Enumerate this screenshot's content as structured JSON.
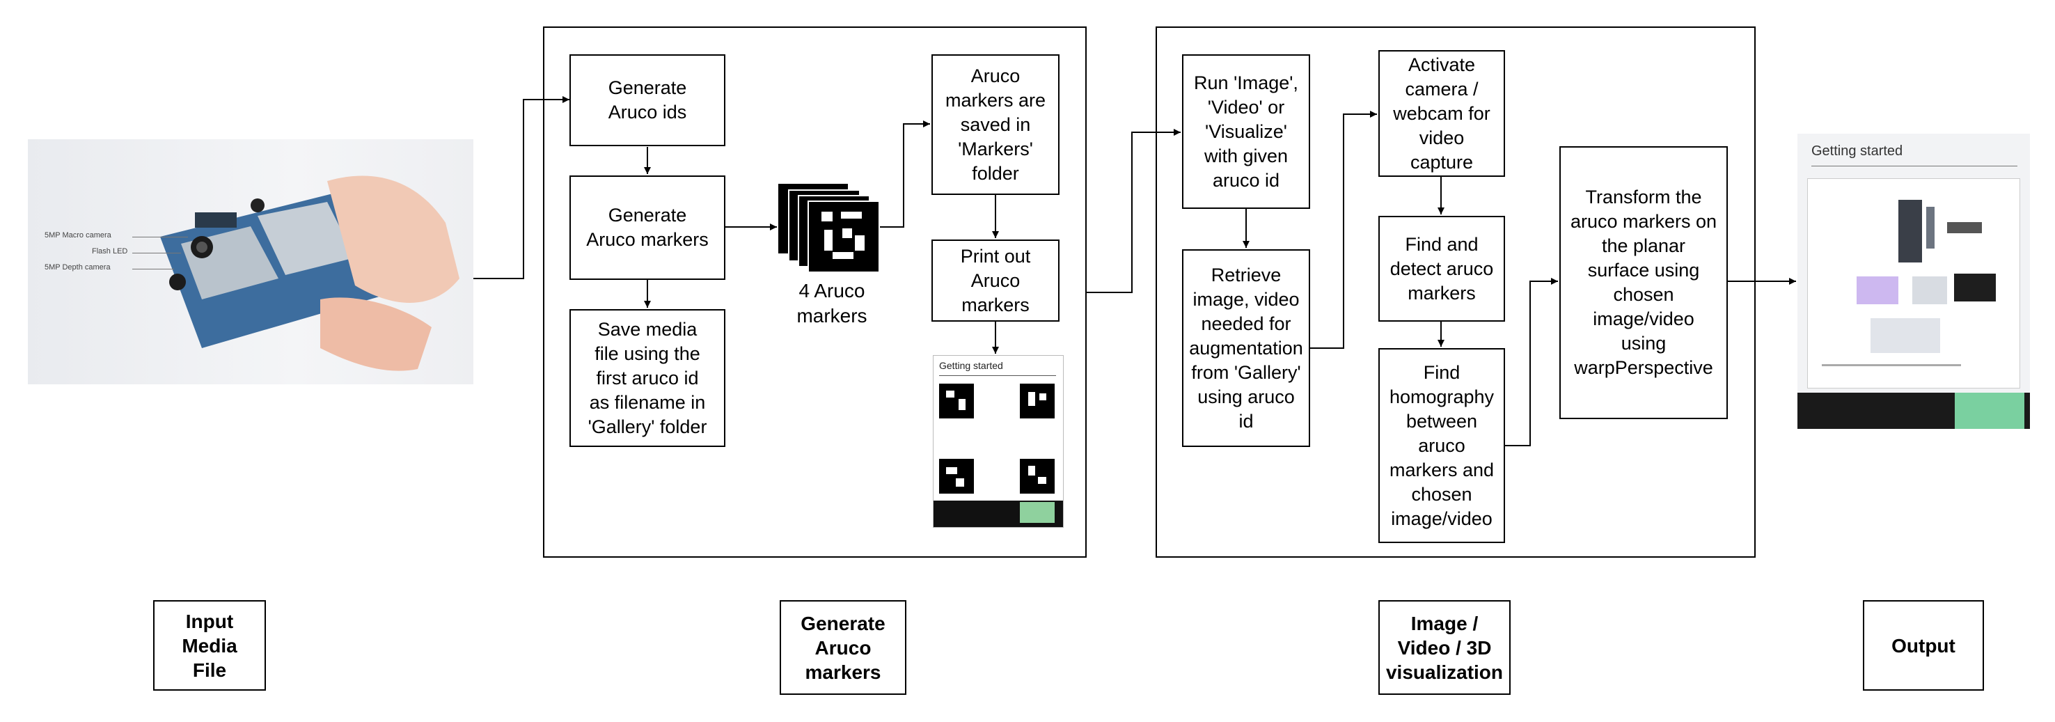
{
  "input_photo": {
    "annotations": [
      "5MP Macro camera",
      "Flash LED",
      "5MP Depth camera"
    ]
  },
  "generate_section": {
    "generate_ids": "Generate\nAruco ids",
    "generate_markers": "Generate\nAruco markers",
    "save_media": "Save media\nfile using the\nfirst aruco id\nas filename in\n'Gallery' folder",
    "markers_caption": "4 Aruco\nmarkers",
    "markers_saved": "Aruco\nmarkers are\nsaved in\n'Markers'\nfolder",
    "print_markers": "Print out\nAruco\nmarkers",
    "printed_sheet_title": "Getting started"
  },
  "visualization_section": {
    "run": "Run 'Image',\n'Video' or\n'Visualize'\nwith given\naruco id",
    "retrieve": "Retrieve\nimage, video\nneeded for\naugmentation\nfrom 'Gallery'\nusing aruco\nid",
    "activate": "Activate\ncamera /\nwebcam for\nvideo\ncapture",
    "detect": "Find and\ndetect aruco\nmarkers",
    "homography": "Find\nhomography\nbetween\naruco\nmarkers and\nchosen\nimage/video",
    "transform": "Transform the\naruco markers on\nthe planar\nsurface using\nchosen\nimage/video\nusing\nwarpPerspective"
  },
  "output_photo": {
    "sheet_title": "Getting started"
  },
  "stage_labels": {
    "input": "Input\nMedia\nFile",
    "generate": "Generate\nAruco\nmarkers",
    "visualization": "Image /\nVideo / 3D\nvisualization",
    "output": "Output"
  }
}
